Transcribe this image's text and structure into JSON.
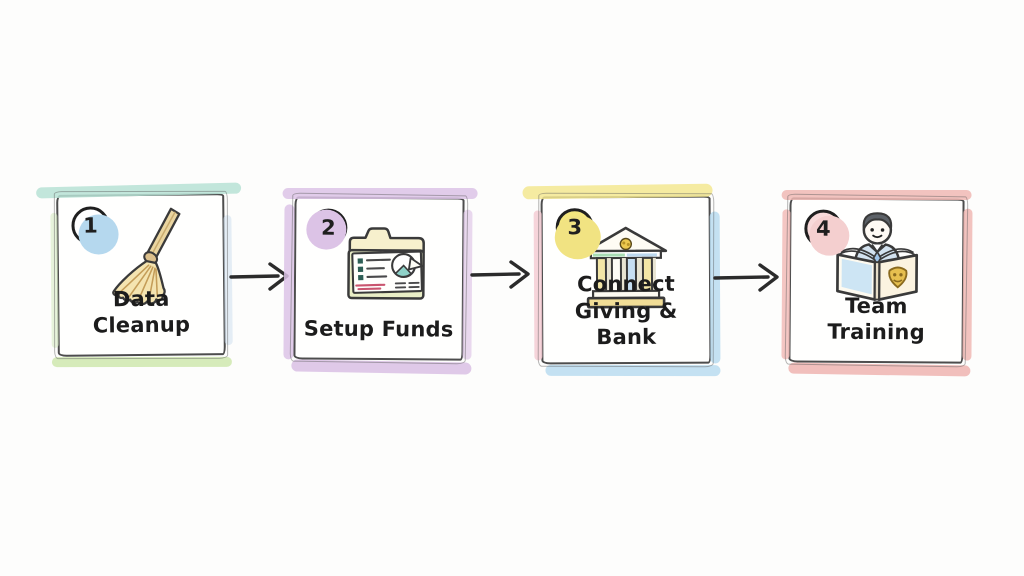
{
  "page": {
    "background_color": "#fdfdfc",
    "style": "hand-drawn process flow"
  },
  "diagram": {
    "type": "process-flow",
    "direction": "left-to-right",
    "arrow_color": "#2b2b2b",
    "step_count": 4,
    "steps": [
      {
        "number": "1",
        "label": "Data Cleanup",
        "icon": "broom-icon",
        "accent_colors": {
          "top": "#b7e2d5",
          "bottom": "#cfe7ae",
          "left": "#d9ecc5",
          "right": "#cfe0ee"
        },
        "badge_fill": "#ffffff",
        "badge_halo": "#b5d8ee"
      },
      {
        "number": "2",
        "label": "Setup Funds",
        "icon": "funds-folder-icon",
        "accent_colors": {
          "top": "#dcc3e6",
          "bottom": "#d9bfe4",
          "left": "#dcc3e6",
          "right": "#dfc7e8"
        },
        "badge_fill": "#ffffff",
        "badge_halo": "#dcc3e6"
      },
      {
        "number": "3",
        "label": "Connect Giving & Bank",
        "icon": "bank-icon",
        "accent_colors": {
          "top": "#f3e890",
          "bottom": "#badcf0",
          "left": "#f4ccd3",
          "right": "#badcf0"
        },
        "badge_fill": "#f4e77e",
        "badge_halo": "#f1e382"
      },
      {
        "number": "4",
        "label": "Team Training",
        "icon": "team-reader-icon",
        "accent_colors": {
          "top": "#f0b8b4",
          "bottom": "#eeb4b0",
          "left": "#f2bcb8",
          "right": "#f0b8b4"
        },
        "badge_fill": "#f8dada",
        "badge_halo": "#f4cfcf"
      }
    ]
  }
}
